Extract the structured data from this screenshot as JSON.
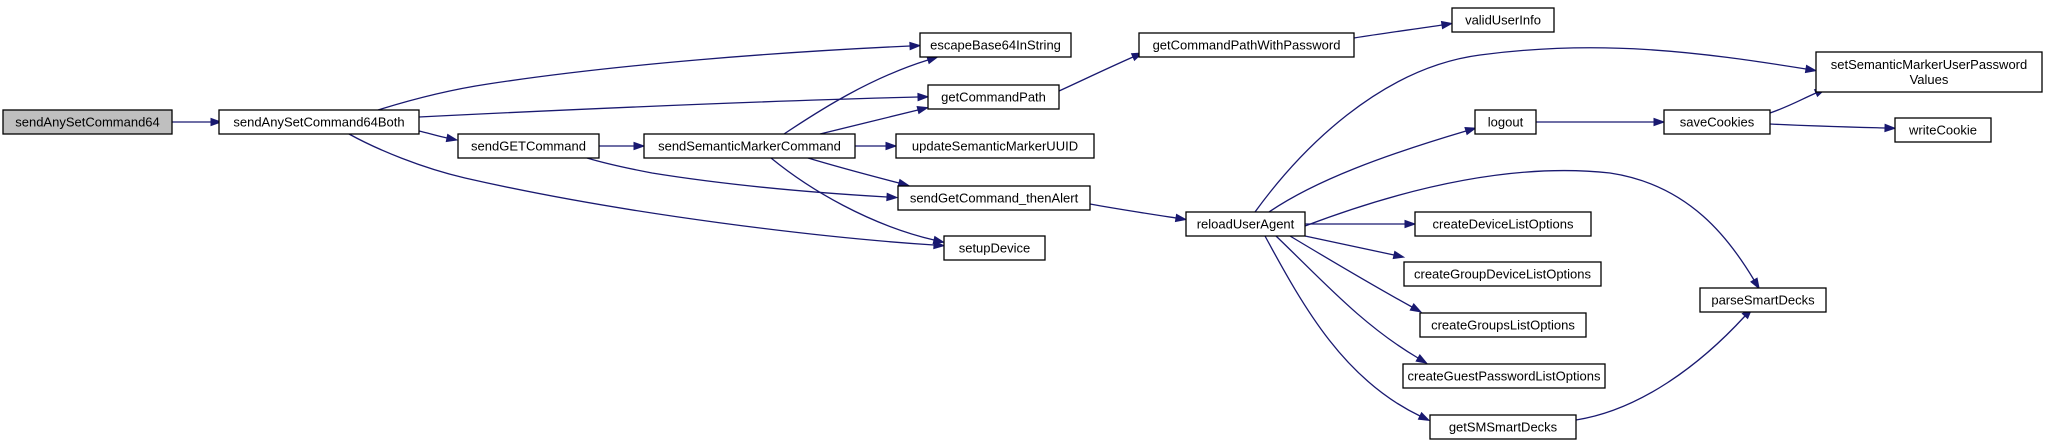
{
  "diagram": {
    "nodes": [
      {
        "id": "sendAnySetCommand64",
        "lines": [
          "sendAnySetCommand64"
        ],
        "root": true
      },
      {
        "id": "sendAnySetCommand64Both",
        "lines": [
          "sendAnySetCommand64Both"
        ]
      },
      {
        "id": "escapeBase64InString",
        "lines": [
          "escapeBase64InString"
        ]
      },
      {
        "id": "getCommandPath",
        "lines": [
          "getCommandPath"
        ]
      },
      {
        "id": "sendGETCommand",
        "lines": [
          "sendGETCommand"
        ]
      },
      {
        "id": "sendSemanticMarkerCommand",
        "lines": [
          "sendSemanticMarkerCommand"
        ]
      },
      {
        "id": "updateSemanticMarkerUUID",
        "lines": [
          "updateSemanticMarkerUUID"
        ]
      },
      {
        "id": "sendGetCommand_thenAlert",
        "lines": [
          "sendGetCommand_thenAlert"
        ]
      },
      {
        "id": "setupDevice",
        "lines": [
          "setupDevice"
        ]
      },
      {
        "id": "getCommandPathWithPassword",
        "lines": [
          "getCommandPathWithPassword"
        ]
      },
      {
        "id": "validUserInfo",
        "lines": [
          "validUserInfo"
        ]
      },
      {
        "id": "reloadUserAgent",
        "lines": [
          "reloadUserAgent"
        ]
      },
      {
        "id": "logout",
        "lines": [
          "logout"
        ]
      },
      {
        "id": "saveCookies",
        "lines": [
          "saveCookies"
        ]
      },
      {
        "id": "setSemanticMarkerUserPasswordValues",
        "lines": [
          "setSemanticMarkerUserPassword",
          "Values"
        ]
      },
      {
        "id": "writeCookie",
        "lines": [
          "writeCookie"
        ]
      },
      {
        "id": "createDeviceListOptions",
        "lines": [
          "createDeviceListOptions"
        ]
      },
      {
        "id": "createGroupDeviceListOptions",
        "lines": [
          "createGroupDeviceListOptions"
        ]
      },
      {
        "id": "createGroupsListOptions",
        "lines": [
          "createGroupsListOptions"
        ]
      },
      {
        "id": "createGuestPasswordListOptions",
        "lines": [
          "createGuestPasswordListOptions"
        ]
      },
      {
        "id": "getSMSmartDecks",
        "lines": [
          "getSMSmartDecks"
        ]
      },
      {
        "id": "parseSmartDecks",
        "lines": [
          "parseSmartDecks"
        ]
      }
    ],
    "edges": [
      [
        "sendAnySetCommand64",
        "sendAnySetCommand64Both"
      ],
      [
        "sendAnySetCommand64Both",
        "escapeBase64InString"
      ],
      [
        "sendAnySetCommand64Both",
        "getCommandPath"
      ],
      [
        "sendAnySetCommand64Both",
        "sendGETCommand"
      ],
      [
        "sendAnySetCommand64Both",
        "setupDevice"
      ],
      [
        "sendGETCommand",
        "sendSemanticMarkerCommand"
      ],
      [
        "sendGETCommand",
        "sendGetCommand_thenAlert"
      ],
      [
        "sendSemanticMarkerCommand",
        "escapeBase64InString"
      ],
      [
        "sendSemanticMarkerCommand",
        "getCommandPath"
      ],
      [
        "sendSemanticMarkerCommand",
        "updateSemanticMarkerUUID"
      ],
      [
        "sendSemanticMarkerCommand",
        "sendGetCommand_thenAlert"
      ],
      [
        "sendSemanticMarkerCommand",
        "setupDevice"
      ],
      [
        "getCommandPath",
        "getCommandPathWithPassword"
      ],
      [
        "getCommandPathWithPassword",
        "validUserInfo"
      ],
      [
        "sendGetCommand_thenAlert",
        "reloadUserAgent"
      ],
      [
        "reloadUserAgent",
        "setSemanticMarkerUserPasswordValues"
      ],
      [
        "reloadUserAgent",
        "logout"
      ],
      [
        "reloadUserAgent",
        "parseSmartDecks"
      ],
      [
        "reloadUserAgent",
        "createDeviceListOptions"
      ],
      [
        "reloadUserAgent",
        "createGroupDeviceListOptions"
      ],
      [
        "reloadUserAgent",
        "createGroupsListOptions"
      ],
      [
        "reloadUserAgent",
        "createGuestPasswordListOptions"
      ],
      [
        "reloadUserAgent",
        "getSMSmartDecks"
      ],
      [
        "logout",
        "saveCookies"
      ],
      [
        "saveCookies",
        "setSemanticMarkerUserPasswordValues"
      ],
      [
        "saveCookies",
        "writeCookie"
      ],
      [
        "getSMSmartDecks",
        "parseSmartDecks"
      ]
    ],
    "colors": {
      "edge": "#191970",
      "node_border": "#000000",
      "root_fill": "#bfbfbf",
      "node_fill": "#ffffff",
      "background": "#ffffff"
    }
  }
}
